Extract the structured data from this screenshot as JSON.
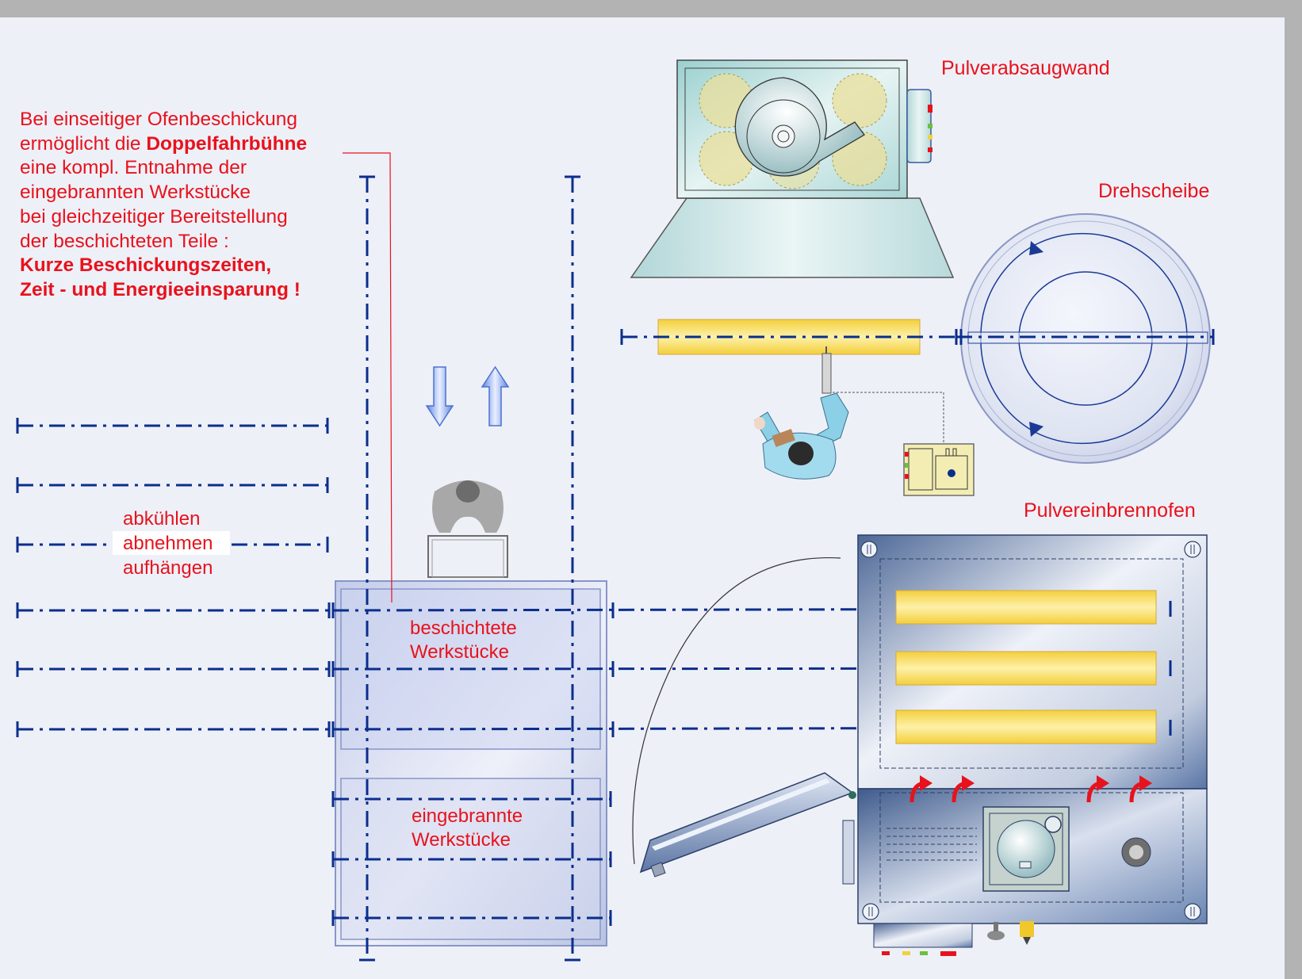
{
  "labels": {
    "powder_booth": "Pulverabsaugwand",
    "turntable": "Drehscheibe",
    "oven": "Pulvereinbrennofen",
    "coated_1": "beschichtete",
    "coated_2": "Werkstücke",
    "baked_1": "eingebrannte",
    "baked_2": "Werkstücke",
    "cool": "abkühlen",
    "remove": "abnehmen",
    "hang": "aufhängen"
  },
  "description": {
    "line1": "Bei einseitiger Ofenbeschickung",
    "line2_pre": "ermöglicht die ",
    "line2_bold": "Doppelfahrbühne",
    "line3": "eine kompl. Entnahme der",
    "line4": "eingebrannten Werkstücke",
    "line5": "bei gleichzeitiger Bereitstellung",
    "line6": "der beschichteten Teile :",
    "line7": "Kurze Beschickungszeiten,",
    "line8": "Zeit - und Energieeinsparung !"
  },
  "colors": {
    "text_red": "#e8121c",
    "rail_blue": "#0a2e8c",
    "background": "#eef0f8",
    "frame_gray": "#b3b3b3",
    "workpiece_yellow": "#f6d84a",
    "oven_steel": "#4f6a98"
  }
}
